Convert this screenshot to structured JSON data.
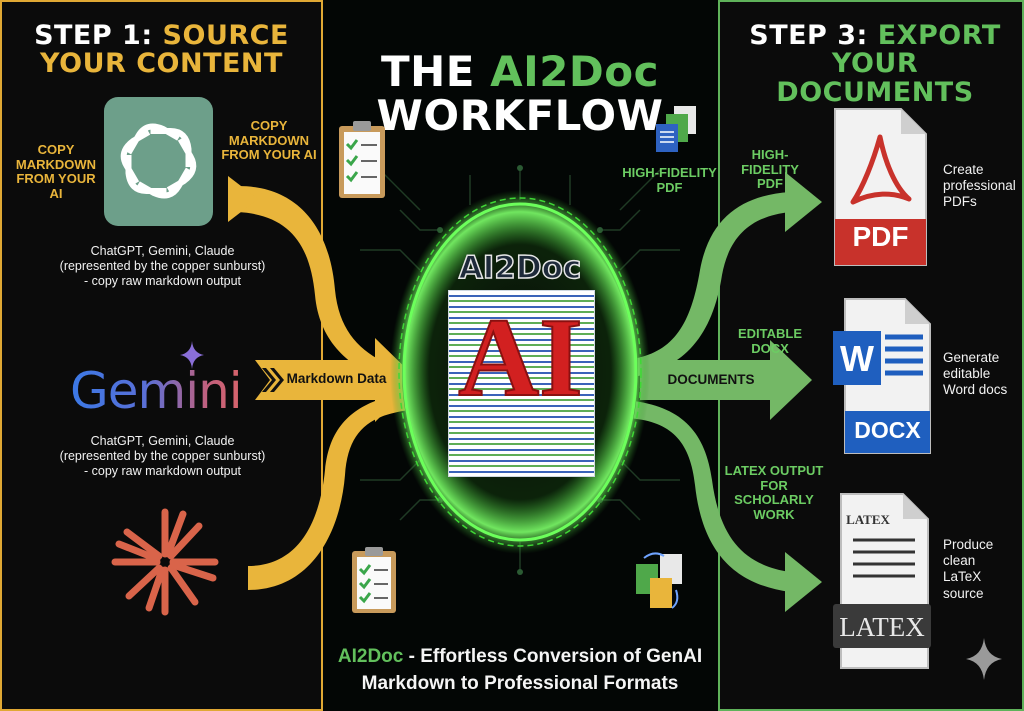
{
  "left": {
    "heading_line1_a": "STEP 1: ",
    "heading_line1_b": "SOURCE",
    "heading_line2": "YOUR CONTENT",
    "copy_label_left": "COPY\nMARKDOWN\nFROM YOUR\nAI",
    "copy_label_right": "COPY\nMARKDOWN\nFROM YOUR AI",
    "desc_1": "ChatGPT, Gemini, Claude\n(represented by the copper sunburst)\n- copy raw markdown output",
    "gemini_word": "Gemini",
    "desc_2": "ChatGPT, Gemini, Claude\n(represented by the copper sunburst)\n- copy raw markdown output",
    "markdown_data": "Markdown Data"
  },
  "center": {
    "heading_line1_a": "THE ",
    "heading_line1_b": "AI2Doc",
    "heading_line2": "WORKFLOW",
    "hifi_label": "HIGH-FIDELITY\nPDF",
    "ai_title": "AI2Doc",
    "ai_letters": "AI",
    "footer_brand": "AI2Doc",
    "footer_rest": " - Effortless Conversion of GenAI",
    "footer_line2": "Markdown to Professional Formats"
  },
  "right": {
    "heading_line1_a": "STEP 3: ",
    "heading_line1_b": "EXPORT",
    "heading_line2": "YOUR DOCUMENTS",
    "documents": "DOCUMENTS",
    "pdf_label": "HIGH-FIDELITY\nPDF",
    "pdf_badge": "PDF",
    "pdf_desc": "Create\nprofessional\nPDFs",
    "docx_label": "EDITABLE\nDOCX",
    "docx_letter": "W",
    "docx_badge": "DOCX",
    "docx_desc": "Generate\neditable\nWord docs",
    "latex_label": "LATEX OUTPUT\nFOR\nSCHOLARLY\nWORK",
    "latex_small": "LATEX",
    "latex_badge": "LATEX",
    "latex_desc": "Produce\nclean\nLaTeX\nsource"
  },
  "colors": {
    "gold": "#e9b53b",
    "green": "#62c05c",
    "pdf_red": "#c8322b",
    "word_blue": "#1f5fbf",
    "latex_grey": "#3a3a3a",
    "sunburst": "#d9644a"
  },
  "icons": [
    "openai-logo-icon",
    "gemini-sparkle-icon",
    "sunburst-icon",
    "checklist-icon",
    "documents-icon",
    "pdf-file-icon",
    "word-file-icon",
    "latex-file-icon",
    "sparkle-icon"
  ]
}
